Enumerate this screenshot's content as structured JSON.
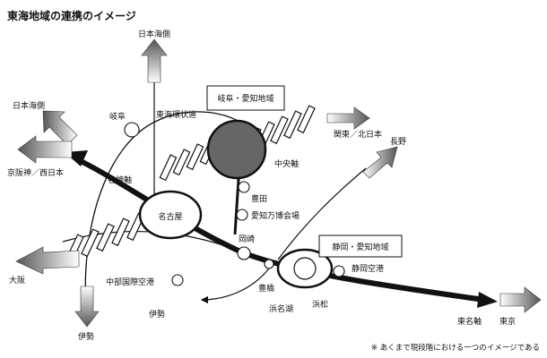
{
  "title": "東海地域の連携のイメージ",
  "regions": {
    "gifu_aichi": "岐阜・愛知地域",
    "shizuoka_aichi": "静岡・愛知地域"
  },
  "axes": {
    "tokai_ring": "東海環状道",
    "chuo": "中央軸",
    "meishin": "名神軸",
    "tomei": "東名軸"
  },
  "cities": {
    "gifu": "岐阜",
    "nagoya": "名古屋",
    "toyota": "豊田",
    "expo": "愛知万博会場",
    "okazaki": "岡崎",
    "toyohashi": "豊橋",
    "hamanako": "浜名湖",
    "hamamatsu": "浜松",
    "shizuoka_airport": "静岡空港",
    "chubu_airport": "中部国際空港",
    "ise_center": "伊勢"
  },
  "destinations": {
    "nihonkai_top": "日本海側",
    "nihonkai_left": "日本海側",
    "keihanshin": "京阪神／西日本",
    "osaka": "大阪",
    "ise_bottom": "伊勢",
    "kanto": "関東／北日本",
    "nagano": "長野",
    "tokyo": "東京"
  },
  "note": "※ あくまで現段階における一つのイメージである"
}
